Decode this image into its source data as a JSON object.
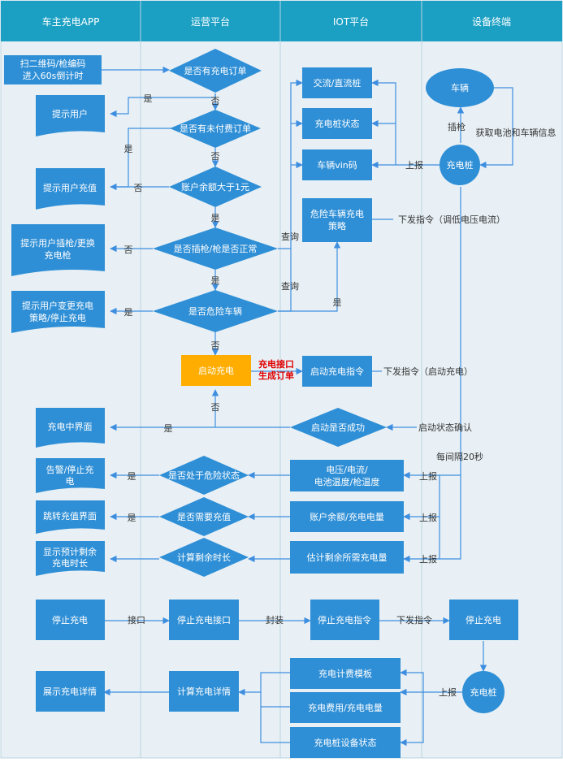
{
  "lanes": [
    "车主充电APP",
    "运营平台",
    "IOT平台",
    "设备终端"
  ],
  "nodes": {
    "scan": [
      "扫二维码/枪编码",
      "进入60s倒计时"
    ],
    "prompt_user": "提示用户",
    "prompt_recharge": "提示用户充值",
    "prompt_plug": [
      "提示用户插枪/更换",
      "充电枪"
    ],
    "prompt_change": [
      "提示用户变更充电",
      "策略/停止充电"
    ],
    "charging_ui": "充电中界面",
    "alarm_stop": [
      "告警/停止充",
      "电"
    ],
    "jump_recharge": "跳转充值界面",
    "show_remaining": [
      "显示预计剩余",
      "充电时长"
    ],
    "stop_charge_app": "停止充电",
    "show_detail": "展示充电详情",
    "q_order": "是否有充电订单",
    "q_unpaid": "是否有未付费订单",
    "q_balance": "账户余额大于1元",
    "q_plug": "是否插枪/枪是否正常",
    "q_danger": "是否危险车辆",
    "start_charge": "启动充电",
    "q_start_success": "启动是否成功",
    "q_danger_state": "是否处于危险状态",
    "q_need_recharge": "是否需要充值",
    "calc_remaining": "计算剩余时长",
    "stop_interface": "停止充电接口",
    "calc_detail": "计算充电详情",
    "ac_dc": "交流/直流桩",
    "pile_status": "充电桩状态",
    "vin": "车辆vin码",
    "danger_strategy": [
      "危险车辆充电",
      "策略"
    ],
    "start_cmd": "启动充电指令",
    "voltage": [
      "电压/电流/",
      "电池温度/枪温度"
    ],
    "balance_power": "账户余额/充电电量",
    "estimate": "估计剩余所需充电量",
    "stop_cmd": "停止充电指令",
    "billing_template": "充电计费模板",
    "fee_power": "充电费用/充电电量",
    "pile_device_status": "充电桩设备状态",
    "vehicle": "车辆",
    "pile_top": "充电桩",
    "stop_charge_dev": "停止充电",
    "pile_bottom": "充电桩"
  },
  "edges": {
    "yes": "是",
    "no": "否",
    "query": "查询",
    "report": "上报",
    "plug": "插枪",
    "get_info": "获取电池和车辆信息",
    "cmd_reduce": "下发指令（调低电压电流）",
    "cmd_start": "下发指令（启动充电）",
    "gen_order": [
      "充电接口",
      "生成订单"
    ],
    "start_confirm": "启动状态确认",
    "every20": "每间隔20秒",
    "interface": "接口",
    "package": "封装",
    "cmd_issue": "下发指令"
  },
  "colors": {
    "header": "#1ba0c4",
    "lane_bg": "#e8f0f5",
    "node": "#2f8fd6",
    "start_node": "#ffad00",
    "line": "#3e8ee0",
    "red_label": "#e00000"
  }
}
